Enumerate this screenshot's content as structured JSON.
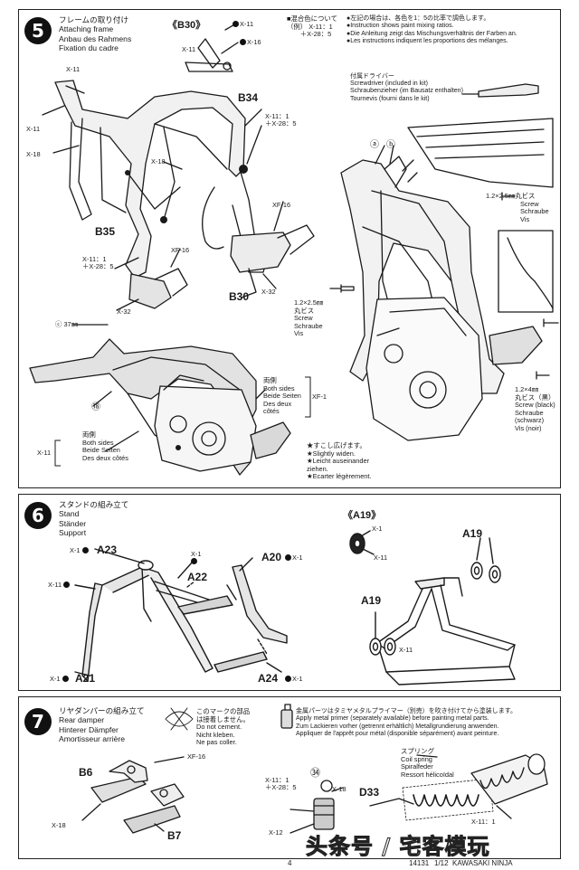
{
  "step5": {
    "number": "5",
    "title_lines": [
      "フレームの取り付け",
      "Attaching frame",
      "Anbau des Rahmens",
      "Fixation du cadre"
    ],
    "b30_header": "《B30》",
    "mix_note": [
      "■混合色について",
      "（例） X-11：1",
      "　　＋X-28：5"
    ],
    "mix_note_right": [
      "●左記の場合は、各色を1：5の比率で調色します。",
      "●Instruction shows paint mixing ratios.",
      "●Die Anleitung zeigt das Mischungsverhältnis der Farben an.",
      "●Les instructions indiquent les proportions des mélanges."
    ],
    "driver_lines": [
      "付属ドライバー",
      "Screwdriver (included in kit)",
      "Schraubenzieher (im Bausatz enthalten)",
      "Tournevis (fourni dans le kit)"
    ],
    "screw1_lines": [
      "1.2×2.5㎜丸ビス",
      "Screw",
      "Schraube",
      "Vis"
    ],
    "screw2_lines": [
      "1.2×2.5㎜",
      "丸ビス",
      "Screw",
      "Schraube",
      "Vis"
    ],
    "screw3_lines": [
      "1.2×4㎜",
      "丸ビス（黒）",
      "Screw (black)",
      "Schraube",
      "(schwarz)",
      "Vis (noir)"
    ],
    "bothsides_right": [
      "両側",
      "Both sides",
      "Beide Seiten",
      "Des deux",
      "côtés"
    ],
    "bothsides_left": [
      "両側",
      "Both sides",
      "Beide Seiten",
      "Des deux côtés"
    ],
    "widen_lines": [
      "★すこし広げます。",
      "★Slightly widen.",
      "★Leicht auseinander",
      "ziehen.",
      "★Ecarter légèrement."
    ],
    "labels": {
      "b34": "B34",
      "b35": "B35",
      "b30": "B30",
      "a": "ⓐ",
      "b": "ⓑ",
      "c37": "ⓒ 37㎜",
      "n18": "⑱"
    },
    "parts": {
      "x11a": "X-11",
      "x16": "X-16",
      "x11b": "X-11",
      "x11c": "X-11",
      "x18a": "X-18",
      "x18b": "X-18",
      "mixa": "X-11：1",
      "mixa2": "＋X-28：5",
      "mixb": "X-11：1",
      "mixb2": "＋X-28：5",
      "xf16a": "XF-16",
      "xf16b": "XF-16",
      "x32a": "X-32",
      "x32b": "X-32",
      "xf1": "XF-1",
      "x11d": "X-11",
      "x11e": "X-11"
    }
  },
  "step6": {
    "number": "6",
    "title_lines": [
      "スタンドの組み立て",
      "Stand",
      "Ständer",
      "Support"
    ],
    "a19_header": "《A19》",
    "labels": {
      "a23": "A23",
      "a22": "A22",
      "a20": "A20",
      "a21": "A21",
      "a24": "A24",
      "a19r": "A19",
      "a19l": "A19"
    },
    "parts": {
      "x1a": "X-1",
      "x1b": "X-1",
      "x1c": "X-1",
      "x1d": "X-1",
      "x1e": "X-1",
      "x11a": "X-11",
      "x11b": "X-11",
      "x1f": "X-1",
      "x11c": "X-11"
    }
  },
  "step7": {
    "number": "7",
    "title_lines": [
      "リヤダンパーの組み立て",
      "Rear damper",
      "Hinterer Dämpfer",
      "Amortisseur arrière"
    ],
    "cement_lines": [
      "このマークの部品",
      "は接着しません。",
      "Do not cement.",
      "Nicht kleben.",
      "Ne pas coller."
    ],
    "primer_lines": [
      "金属パーツはタミヤメタルプライマー（別売）を吹き付けてから塗装します。",
      "Apply metal primer (separately available) before painting metal parts.",
      "Zum Lackieren vorher (getrennt erhältlich) Metallgrundierung anwenden.",
      "Appliquer de l'apprêt pour métal (disponible séparément) avant peinture."
    ],
    "spring_lines": [
      "スプリング",
      "Coil spring",
      "Spiralfeder",
      "Ressort hélicoïdal"
    ],
    "labels": {
      "b6": "B6",
      "b7": "B7",
      "d33": "D33",
      "n34": "㉞"
    },
    "parts": {
      "xf16": "XF-16",
      "x18a": "X-18",
      "mix1": "X-11：1",
      "mix2": "＋X-28：5",
      "x18b": "X-18",
      "x12": "X-12",
      "x11": "X-11：1"
    }
  },
  "footer": {
    "page": "4",
    "code": "14131",
    "scale": "1/12",
    "model_partial": "KAWASAKI NINJA"
  },
  "watermark": "头条号 / 宅客模玩",
  "colors": {
    "ink": "#1a1a1a",
    "paper": "#ffffff",
    "frame": "#d8d8d8"
  }
}
